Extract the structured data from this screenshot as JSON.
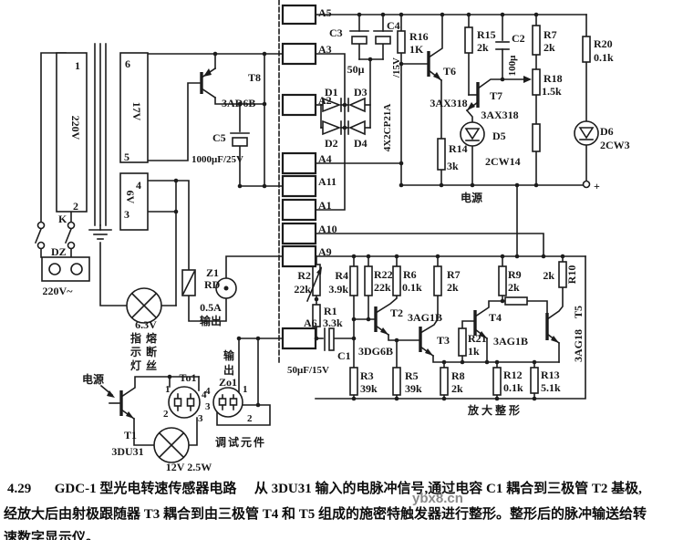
{
  "caption": {
    "number": "4.29",
    "title": "GDC-1 型光电转速传感器电路",
    "line1": "从 3DU31 输入的电脉冲信号,通过电容 C1 耦合到三极管 T2 基极,",
    "line2": "经放大后由射极跟随器 T3 耦合到由三极管 T4 和 T5 组成的施密特触发器进行整形。整形后的脉冲输送给转",
    "line3": "速数字显示仪。",
    "watermark": "ybx8.cn"
  },
  "labels": {
    "a5": "A5",
    "a3": "A3",
    "a2": "A2",
    "a4": "A4",
    "a11": "A11",
    "a1": "A1",
    "a10": "A10",
    "a9": "A9",
    "a6": "A6",
    "tp1": "1",
    "tp220": "220V",
    "tp2": "2",
    "k": "K",
    "dz": "DZ",
    "mains": "220V~",
    "ts6": "6",
    "ts17": "17V",
    "ts5": "5",
    "ts4": "4",
    "ts6v": "6V",
    "ts3": "3",
    "lamp1v": "6.3V",
    "lamp1a": "指熔",
    "lamp1b": "示断",
    "lamp1c": "灯丝",
    "z1": "Z1",
    "rd": "RD",
    "fusea": "0.5A",
    "fuseout": "输出",
    "t8": "T8",
    "t8t": "3AD6B",
    "c5": "C5",
    "c5v": "1000μF/25V",
    "c3": "C3",
    "c4": "C4",
    "c34": "50μ",
    "c34v": "/15V",
    "bridge": "4X2CP21A",
    "d1": "D1",
    "d2": "D2",
    "d3": "D3",
    "d4": "D4",
    "r16": "R16",
    "r16v": "1K",
    "t6": "T6",
    "t6t": "3AX318",
    "r14": "R14",
    "r14v": "3k",
    "r15": "R15",
    "r15v": "2k",
    "c2": "C2",
    "c2v": "100μ",
    "t7": "T7",
    "t7t": "3AX318",
    "d5": "D5",
    "d5t": "2CW14",
    "r7t": "R7",
    "r7tv": "2k",
    "r18": "R18",
    "r18v": "1.5k",
    "r20": "R20",
    "r20v": "0.1k",
    "d6": "D6",
    "d6t": "2CW3",
    "plus": "+",
    "psu1": "电源",
    "outa": "输",
    "outb": "出",
    "psu2": "电源",
    "t1": "T1",
    "t1t": "3DU31",
    "to1": "To1",
    "to1p1": "1",
    "to1p2": "2",
    "to1p3": "3",
    "to1p4": "4",
    "zo1": "Zo1",
    "zo1p1": "1",
    "zo1p2": "2",
    "zo1p3": "3",
    "zo1p4": "4",
    "lamp2": "12V 2.5W",
    "debug": "调试元件",
    "r2": "R2",
    "r2v": "22k",
    "r1": "R1",
    "r1v": "3.3k",
    "c1": "C1",
    "c1v": "50μF/15V",
    "r4": "R4",
    "r4v": "3.9k",
    "r22": "R22",
    "r22v": "22k",
    "r6": "R6",
    "r6v": "0.1k",
    "r7b": "R7",
    "r7bv": "2k",
    "r9": "R9",
    "r9v": "2k",
    "r10": "R10",
    "r10v": "2k",
    "t2": "T2",
    "t2t": "3AG1B",
    "t3": "T3",
    "t3t": "3DG6B",
    "r3": "R3",
    "r3v": "39k",
    "r5": "R5",
    "r5v": "39k",
    "r8": "R8",
    "r8v": "2k",
    "r21": "R21",
    "r21v": "1k",
    "t4": "T4",
    "t4t": "3AG1B",
    "t5": "T5",
    "t5t": "3AG18",
    "r12": "R12",
    "r12v": "0.1k",
    "r13": "R13",
    "r13v": "5.1k",
    "shaping": "放大整形"
  }
}
